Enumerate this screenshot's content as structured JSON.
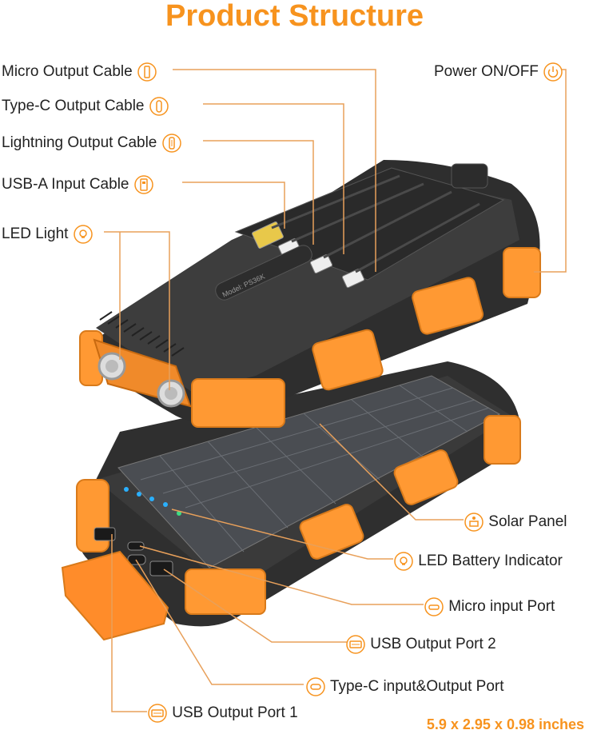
{
  "title": "Product Structure",
  "dimensions": "5.9 x 2.95 x 0.98 inches",
  "model_text": "Model: PS36K",
  "colors": {
    "accent": "#f7931e",
    "body": "#3a3a3a",
    "bumper": "#ff9933",
    "led": "#2ab0ff",
    "led_green": "#3ddc84"
  },
  "callouts": {
    "micro_output_cable": {
      "label": "Micro Output Cable",
      "icon": "micro-cable-icon"
    },
    "typec_output_cable": {
      "label": "Type-C Output Cable",
      "icon": "typec-cable-icon"
    },
    "lightning_output_cable": {
      "label": "Lightning Output Cable",
      "icon": "lightning-cable-icon"
    },
    "usba_input_cable": {
      "label": "USB-A Input Cable",
      "icon": "usba-cable-icon"
    },
    "led_light": {
      "label": "LED Light",
      "icon": "bulb-icon"
    },
    "power": {
      "label": "Power ON/OFF",
      "icon": "power-icon"
    },
    "solar_panel": {
      "label": "Solar Panel",
      "icon": "solar-panel-icon"
    },
    "led_battery_indicator": {
      "label": "LED Battery Indicator",
      "icon": "bulb-icon"
    },
    "micro_input_port": {
      "label": "Micro input Port",
      "icon": "micro-port-icon"
    },
    "usb_output_port_2": {
      "label": "USB Output Port 2",
      "icon": "usb-port-icon"
    },
    "typec_port": {
      "label": "Type-C input&Output Port",
      "icon": "typec-port-icon"
    },
    "usb_output_port_1": {
      "label": "USB Output Port 1",
      "icon": "usb-port-icon"
    }
  }
}
